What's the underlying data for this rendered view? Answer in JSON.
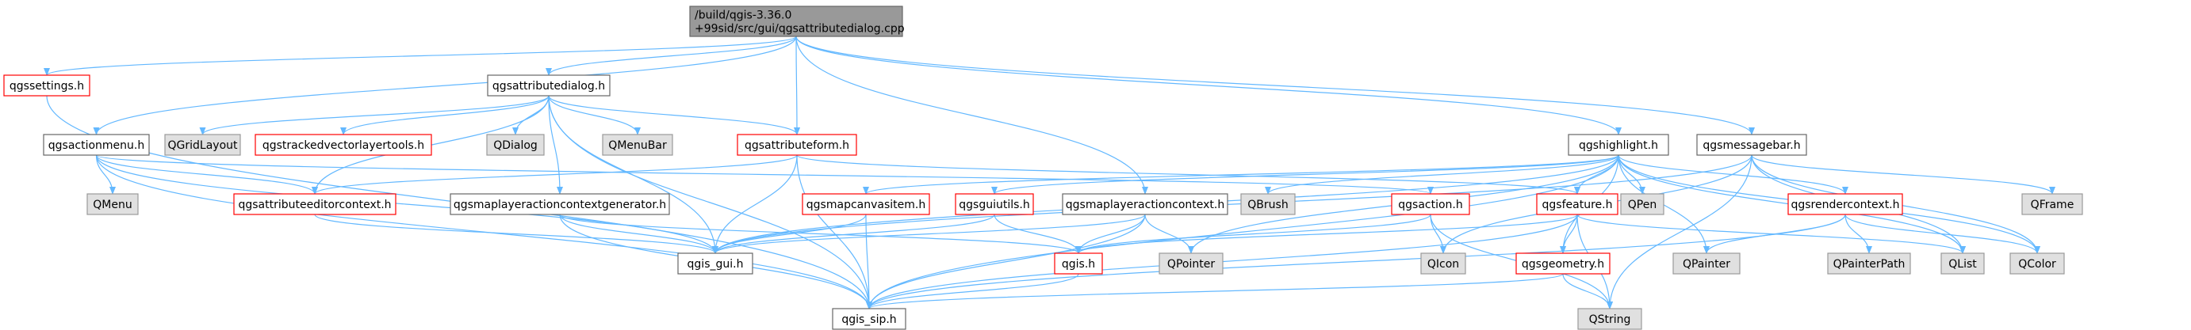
{
  "diagram": {
    "nodes": [
      {
        "id": "root",
        "label": "/build/qgis-3.36.0\n+99sid/src/gui/qgsattributedialog.cpp",
        "style": "root"
      },
      {
        "id": "qgssettings",
        "label": "qgssettings.h",
        "style": "red"
      },
      {
        "id": "qgsattributedialog",
        "label": "qgsattributedialog.h",
        "style": "plain"
      },
      {
        "id": "qgsactionmenu",
        "label": "qgsactionmenu.h",
        "style": "plain"
      },
      {
        "id": "QGridLayout",
        "label": "QGridLayout",
        "style": "gray"
      },
      {
        "id": "qgstrackedvectorlayertools",
        "label": "qgstrackedvectorlayertools.h",
        "style": "red"
      },
      {
        "id": "QDialog",
        "label": "QDialog",
        "style": "gray"
      },
      {
        "id": "QMenuBar",
        "label": "QMenuBar",
        "style": "gray"
      },
      {
        "id": "qgsattributeform",
        "label": "qgsattributeform.h",
        "style": "red"
      },
      {
        "id": "qgshighlight",
        "label": "qgshighlight.h",
        "style": "plain"
      },
      {
        "id": "qgsmessagebar",
        "label": "qgsmessagebar.h",
        "style": "plain"
      },
      {
        "id": "QMenu",
        "label": "QMenu",
        "style": "gray"
      },
      {
        "id": "qgsattributeeditorcontext",
        "label": "qgsattributeeditorcontext.h",
        "style": "red"
      },
      {
        "id": "qgsmaplayeractioncontextgenerator",
        "label": "qgsmaplayeractioncontextgenerator.h",
        "style": "plain"
      },
      {
        "id": "qgsmaplayeractioncontext",
        "label": "qgsmaplayeractioncontext.h",
        "style": "plain"
      },
      {
        "id": "QBrush",
        "label": "QBrush",
        "style": "gray"
      },
      {
        "id": "qgsmapcanvasitem",
        "label": "qgsmapcanvasitem.h",
        "style": "red"
      },
      {
        "id": "qgsguiutils",
        "label": "qgsguiutils.h",
        "style": "red"
      },
      {
        "id": "qgsaction",
        "label": "qgsaction.h",
        "style": "red"
      },
      {
        "id": "qgsfeature",
        "label": "qgsfeature.h",
        "style": "red"
      },
      {
        "id": "QPen",
        "label": "QPen",
        "style": "gray"
      },
      {
        "id": "qgsrendercontext",
        "label": "qgsrendercontext.h",
        "style": "red"
      },
      {
        "id": "QFrame",
        "label": "QFrame",
        "style": "gray"
      },
      {
        "id": "qgis_gui",
        "label": "qgis_gui.h",
        "style": "plain"
      },
      {
        "id": "qgis",
        "label": "qgis.h",
        "style": "red"
      },
      {
        "id": "QPointer",
        "label": "QPointer",
        "style": "gray"
      },
      {
        "id": "QIcon",
        "label": "QIcon",
        "style": "gray"
      },
      {
        "id": "qgsgeometry",
        "label": "qgsgeometry.h",
        "style": "red"
      },
      {
        "id": "QPainter",
        "label": "QPainter",
        "style": "gray"
      },
      {
        "id": "QPainterPath",
        "label": "QPainterPath",
        "style": "gray"
      },
      {
        "id": "QList",
        "label": "QList",
        "style": "gray"
      },
      {
        "id": "QColor",
        "label": "QColor",
        "style": "gray"
      },
      {
        "id": "qgis_sip",
        "label": "qgis_sip.h",
        "style": "plain"
      },
      {
        "id": "QString",
        "label": "QString",
        "style": "gray"
      }
    ],
    "edges": [
      [
        "root",
        "qgssettings"
      ],
      [
        "root",
        "qgsattributedialog"
      ],
      [
        "root",
        "qgsactionmenu"
      ],
      [
        "root",
        "qgsattributeform"
      ],
      [
        "root",
        "qgshighlight"
      ],
      [
        "root",
        "qgsmessagebar"
      ],
      [
        "root",
        "qgsmaplayeractioncontext"
      ],
      [
        "qgssettings",
        "qgis_sip"
      ],
      [
        "qgsattributedialog",
        "QGridLayout"
      ],
      [
        "qgsattributedialog",
        "qgstrackedvectorlayertools"
      ],
      [
        "qgsattributedialog",
        "QDialog"
      ],
      [
        "qgsattributedialog",
        "QMenuBar"
      ],
      [
        "qgsattributedialog",
        "qgsattributeform"
      ],
      [
        "qgsattributedialog",
        "qgsattributeeditorcontext"
      ],
      [
        "qgsattributedialog",
        "qgsmaplayeractioncontextgenerator"
      ],
      [
        "qgsattributedialog",
        "qgis_gui"
      ],
      [
        "qgsattributedialog",
        "qgis_sip"
      ],
      [
        "qgsactionmenu",
        "QMenu"
      ],
      [
        "qgsactionmenu",
        "qgsattributeeditorcontext"
      ],
      [
        "qgsactionmenu",
        "qgsaction"
      ],
      [
        "qgsactionmenu",
        "qgis_gui"
      ],
      [
        "qgsactionmenu",
        "qgis_sip"
      ],
      [
        "qgsattributeform",
        "qgsattributeeditorcontext"
      ],
      [
        "qgsattributeform",
        "qgsfeature"
      ],
      [
        "qgsattributeform",
        "qgis_gui"
      ],
      [
        "qgsattributeform",
        "qgis_sip"
      ],
      [
        "qgsattributeeditorcontext",
        "qgis_gui"
      ],
      [
        "qgsmaplayeractioncontextgenerator",
        "qgis_gui"
      ],
      [
        "qgsmaplayeractioncontextgenerator",
        "qgis"
      ],
      [
        "qgsmaplayeractioncontextgenerator",
        "qgis_sip"
      ],
      [
        "qgsmaplayeractioncontext",
        "qgis_gui"
      ],
      [
        "qgsmaplayeractioncontext",
        "qgis"
      ],
      [
        "qgsmaplayeractioncontext",
        "QPointer"
      ],
      [
        "qgsmaplayeractioncontext",
        "qgis_sip"
      ],
      [
        "qgshighlight",
        "qgsmapcanvasitem"
      ],
      [
        "qgshighlight",
        "QBrush"
      ],
      [
        "qgshighlight",
        "QPen"
      ],
      [
        "qgshighlight",
        "qgsfeature"
      ],
      [
        "qgshighlight",
        "qgsgeometry"
      ],
      [
        "qgshighlight",
        "qgsrendercontext"
      ],
      [
        "qgshighlight",
        "QPainter"
      ],
      [
        "qgshighlight",
        "QList"
      ],
      [
        "qgshighlight",
        "QColor"
      ],
      [
        "qgshighlight",
        "qgis_gui"
      ],
      [
        "qgshighlight",
        "qgis_sip"
      ],
      [
        "qgshighlight",
        "qgsguiutils"
      ],
      [
        "qgshighlight",
        "QPointer"
      ],
      [
        "qgsmessagebar",
        "QFrame"
      ],
      [
        "qgsmessagebar",
        "QIcon"
      ],
      [
        "qgsmessagebar",
        "QList"
      ],
      [
        "qgsmessagebar",
        "QColor"
      ],
      [
        "qgsmessagebar",
        "QString"
      ],
      [
        "qgsmessagebar",
        "qgis_gui"
      ],
      [
        "qgsmapcanvasitem",
        "qgis_gui"
      ],
      [
        "qgsmapcanvasitem",
        "qgis_sip"
      ],
      [
        "qgsguiutils",
        "qgis_gui"
      ],
      [
        "qgsguiutils",
        "qgis"
      ],
      [
        "qgsaction",
        "qgis"
      ],
      [
        "qgsaction",
        "QIcon"
      ],
      [
        "qgsaction",
        "QString"
      ],
      [
        "qgsfeature",
        "qgis"
      ],
      [
        "qgsfeature",
        "qgsgeometry"
      ],
      [
        "qgsfeature",
        "QList"
      ],
      [
        "qgsfeature",
        "QString"
      ],
      [
        "qgsfeature",
        "qgis_sip"
      ],
      [
        "qgsrendercontext",
        "QPainter"
      ],
      [
        "qgsrendercontext",
        "QPainterPath"
      ],
      [
        "qgsrendercontext",
        "QColor"
      ],
      [
        "qgsrendercontext",
        "qgis_sip"
      ],
      [
        "qgis",
        "qgis_sip"
      ],
      [
        "qgsgeometry",
        "QString"
      ],
      [
        "qgsgeometry",
        "qgis_sip"
      ]
    ]
  }
}
